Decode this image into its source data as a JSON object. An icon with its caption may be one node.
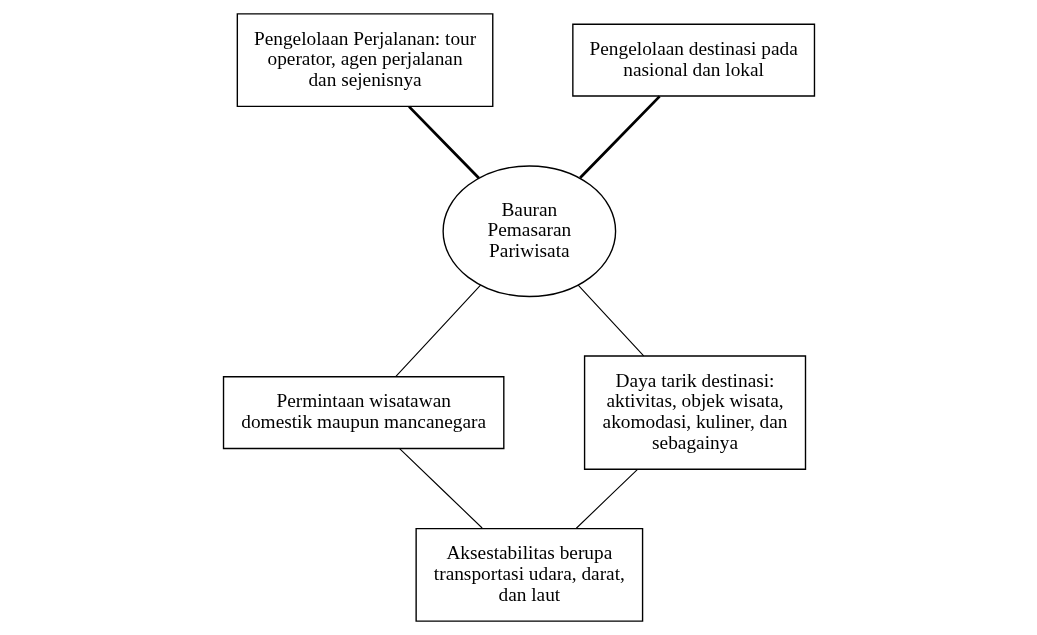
{
  "diagram": {
    "nodes": [
      {
        "text": [
          "Pengelolaan Perjalanan: tour operator, agen perjalanan dan sejenisnya"
        ]
      },
      {
        "text": [
          "Pengelolaan destinasi pada nasional dan lokal"
        ]
      },
      {
        "text": [
          "Bauran Pemasaran Pariwisata"
        ]
      },
      {
        "text": [
          "Permintaan wisatawan domestik maupun mancanegara"
        ]
      },
      {
        "text": [
          "Daya tarik destinasi: aktivitas, objek wisata, akomodasi, kuliner, dan sebagainya"
        ]
      },
      {
        "text": [
          "Aksestabilitas berupa transportasi udara, darat, dan laut"
        ]
      }
    ],
    "edges": [
      {
        "from": 0,
        "to": 2,
        "arrow": "none",
        "style": "thick"
      },
      {
        "from": 1,
        "to": 2,
        "arrow": "none",
        "style": "thick"
      },
      {
        "from": 2,
        "to": 3,
        "arrow": "none"
      },
      {
        "from": 2,
        "to": 4,
        "arrow": "none"
      },
      {
        "from": 3,
        "to": 5,
        "arrow": "none"
      },
      {
        "from": 4,
        "to": 5,
        "arrow": "none"
      }
    ]
  }
}
